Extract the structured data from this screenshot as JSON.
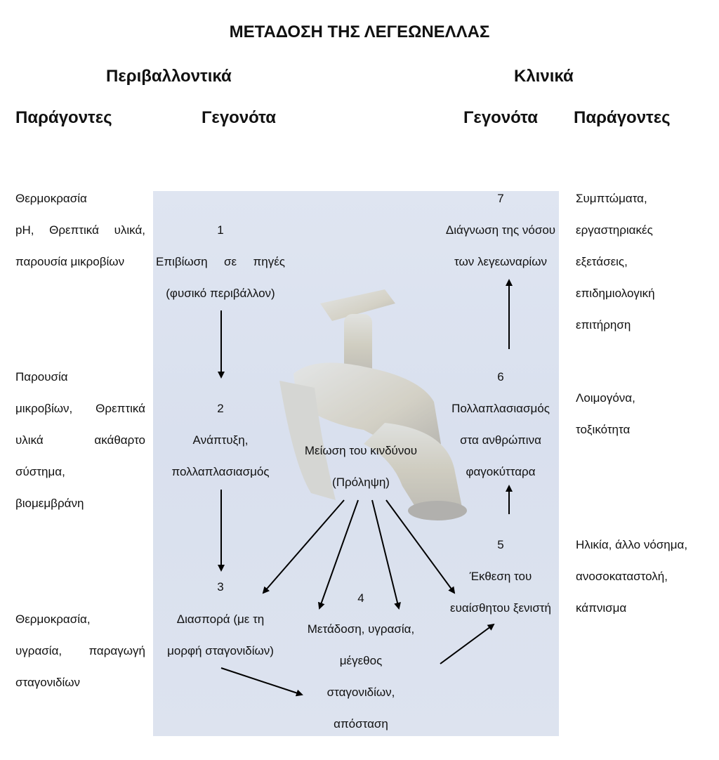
{
  "title": "ΜΕΤΑΔΟΣΗ ΤΗΣ ΛΕΓΕΩΝΕΛΛΑΣ",
  "headers": {
    "environmental": "Περιβαλλοντικά",
    "clinical": "Κλινικά",
    "factors_left": "Παράγοντες",
    "events_left": "Γεγονότα",
    "events_right": "Γεγονότα",
    "factors_right": "Παράγοντες"
  },
  "left_factors": {
    "group1": [
      "Θερμοκρασία",
      "pH, Θρεπτικά υλικά,",
      "παρουσία μικροβίων"
    ],
    "group2": [
      "Παρουσία",
      "μικροβίων, Θρεπτικά",
      "υλικά ακάθαρτο",
      "σύστημα,",
      "βιομεμβράνη"
    ],
    "group3": [
      "Θερμοκρασία,",
      "υγρασία, παραγωγή",
      "σταγονιδίων"
    ]
  },
  "events": {
    "e1": {
      "num": "1",
      "lines": [
        "Επιβίωση σε πηγές",
        "(φυσικό περιβάλλον)"
      ]
    },
    "e2": {
      "num": "2",
      "lines": [
        "Ανάπτυξη,",
        "πολλαπλασιασμός"
      ]
    },
    "e3": {
      "num": "3",
      "lines": [
        "Διασπορά (με τη",
        "μορφή σταγονιδίων)"
      ]
    },
    "e4": {
      "num": "4",
      "lines": [
        "Μετάδοση, υγρασία,",
        "μέγεθος",
        "σταγονιδίων,",
        "απόσταση"
      ]
    },
    "e5": {
      "num": "5",
      "lines": [
        "Έκθεση του",
        "ευαίσθητου ξενιστή"
      ]
    },
    "e6": {
      "num": "6",
      "lines": [
        "Πολλαπλασιασμός",
        "στα ανθρώπινα",
        "φαγοκύτταρα"
      ]
    },
    "e7": {
      "num": "7",
      "lines": [
        "Διάγνωση της νόσου",
        "των λεγεωναρίων"
      ]
    },
    "prevention": [
      "Μείωση του κινδύνου",
      "(Πρόληψη)"
    ]
  },
  "right_factors": {
    "group1": [
      "Συμπτώματα,",
      "εργαστηριακές",
      "εξετάσεις,",
      "επιδημιολογική",
      "επιτήρηση"
    ],
    "group2": [
      "Λοιμογόνα,",
      "τοξικότητα"
    ],
    "group3": [
      "Ηλικία, άλλο νόσημα,",
      "ανοσοκαταστολή,",
      "κάπνισμα"
    ]
  },
  "colors": {
    "panel_background": "#dde3ef",
    "text": "#111111"
  },
  "background_image": "water-tap-icon"
}
